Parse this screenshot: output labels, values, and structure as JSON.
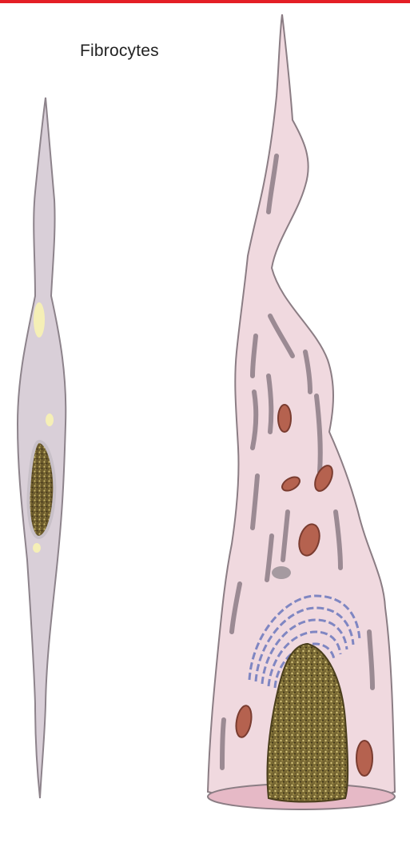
{
  "title": "Fibrocytes",
  "colors": {
    "accent_bar": "#e41e26",
    "small_cell_fill": "#d9cfd8",
    "large_cell_fill": "#f0d9df",
    "nucleus": "#6b5a2c",
    "mitochondria": "#b5624f",
    "golgi": "#7f86c2",
    "er_strands": "#9b8a93",
    "lipid_droplets": "#f5efb6"
  },
  "illustration": {
    "cells": [
      {
        "name": "small-fibrocyte"
      },
      {
        "name": "large-fibrocyte"
      }
    ]
  }
}
